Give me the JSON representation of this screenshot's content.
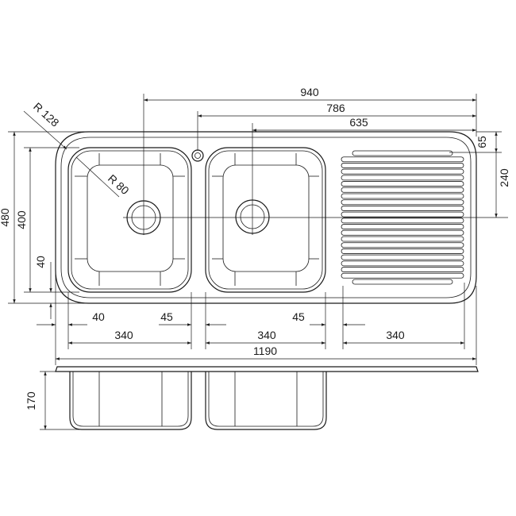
{
  "drawing": {
    "dims": {
      "d940": "940",
      "d786": "786",
      "d635": "635",
      "d65": "65",
      "d240": "240",
      "d480": "480",
      "d400": "400",
      "d40v": "40",
      "r128": "R 128",
      "r80": "R 80",
      "b40": "40",
      "b45a": "45",
      "b45b": "45",
      "b340a": "340",
      "b340b": "340",
      "b340c": "340",
      "b1190": "1190",
      "d170": "170"
    }
  }
}
